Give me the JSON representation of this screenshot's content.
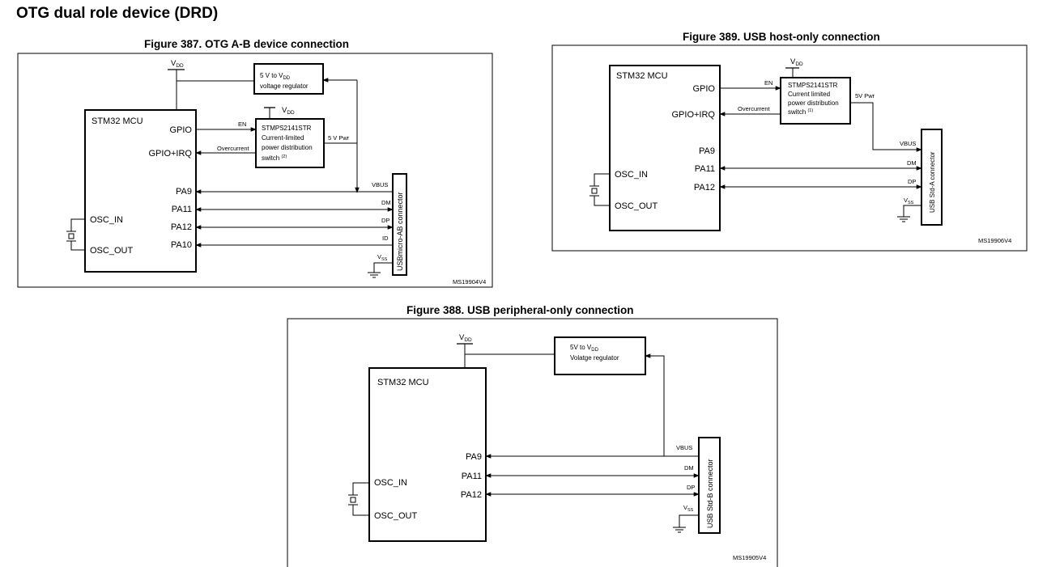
{
  "heading": "OTG dual role device (DRD)",
  "fig387": {
    "title": "Figure 387. OTG A-B device connection",
    "vdd": "V",
    "vdd_sub": "DD",
    "regulator_line1_a": "5 V to V",
    "regulator_line1_sub": "DD",
    "regulator_line2": "voltage regulator",
    "switch_vdd": "V",
    "switch_vdd_sub": "DD",
    "switch_line1": "STMPS2141STR",
    "switch_line2": "Current-limited",
    "switch_line3": "power distribution",
    "switch_line4": "switch",
    "switch_note": "(2)",
    "mcu": "STM32 MCU",
    "gpio": "GPIO",
    "gpio_irq": "GPIO+IRQ",
    "pa9": "PA9",
    "pa11": "PA11",
    "pa12": "PA12",
    "pa10": "PA10",
    "osc_in": "OSC_IN",
    "osc_out": "OSC_OUT",
    "en": "EN",
    "overcurrent": "Overcurrent",
    "pwr": "5 V Pwr",
    "vbus": "VBUS",
    "dm": "DM",
    "dp": "DP",
    "id": "ID",
    "vss": "V",
    "vss_sub": "SS",
    "connector": "USBmicro-AB connector",
    "ref": "MS19904V4"
  },
  "fig389": {
    "title": "Figure 389. USB host-only connection",
    "vdd": "V",
    "vdd_sub": "DD",
    "mcu": "STM32 MCU",
    "gpio": "GPIO",
    "gpio_irq": "GPIO+IRQ",
    "pa9": "PA9",
    "pa11": "PA11",
    "pa12": "PA12",
    "osc_in": "OSC_IN",
    "osc_out": "OSC_OUT",
    "en": "EN",
    "overcurrent": "Overcurrent",
    "pwr": "5V Pwr",
    "switch_line1": "STMPS2141STR",
    "switch_line2": "Current limited",
    "switch_line3": "power distribution",
    "switch_line4": "switch",
    "switch_note": "(1)",
    "vbus": "VBUS",
    "dm": "DM",
    "dp": "DP",
    "vss": "V",
    "vss_sub": "SS",
    "connector": "USB Std-A connector",
    "ref": "MS19906V4"
  },
  "fig388": {
    "title": "Figure 388. USB peripheral-only connection",
    "vdd": "V",
    "vdd_sub": "DD",
    "regulator_line1_a": "5V to V",
    "regulator_line1_sub": "DD",
    "regulator_line2": "Volatge regulator",
    "mcu": "STM32 MCU",
    "pa9": "PA9",
    "pa11": "PA11",
    "pa12": "PA12",
    "osc_in": "OSC_IN",
    "osc_out": "OSC_OUT",
    "vbus": "VBUS",
    "dm": "DM",
    "dp": "DP",
    "vss": "V",
    "vss_sub": "SS",
    "connector": "USB Std-B connector",
    "ref": "MS19905V4"
  }
}
